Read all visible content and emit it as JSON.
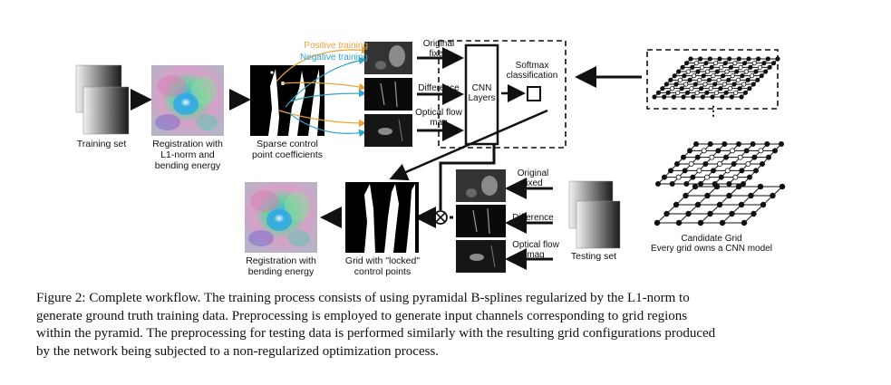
{
  "diagram": {
    "labels": {
      "training_set": "Training set",
      "registration_l1": [
        "Registration with",
        "L1-norm and",
        "bending energy"
      ],
      "sparse_control": [
        "Sparse control",
        "point coefficients"
      ],
      "positive_training": "Positive training",
      "negative_training": "Negative training",
      "original_fixed_top": [
        "Original",
        "fixed"
      ],
      "difference_top": "Difference",
      "optical_flow_top": [
        "Optical flow",
        "mag"
      ],
      "cnn_layers": [
        "CNN",
        "Layers"
      ],
      "softmax": [
        "Softmax",
        "classification"
      ],
      "candidate_grid": [
        "Candidate Grid",
        "Every grid owns a CNN model"
      ],
      "original_fixed_bottom": [
        "Original",
        "fixed"
      ],
      "difference_bottom": "Difference",
      "optical_flow_bottom": [
        "Optical flow",
        "mag"
      ],
      "testing_set": "Testing set",
      "grid_locked": [
        "Grid with \"locked\"",
        "control points"
      ],
      "registration_bending": [
        "Registration with",
        "bending energy"
      ],
      "multiply_symbol": "⊗",
      "ellipsis": "⋮"
    },
    "colors": {
      "positive": "#e8a33a",
      "negative": "#33a3c8",
      "line": "#111111"
    }
  },
  "caption": {
    "lines": [
      "Figure 2: Complete workflow.  The training process consists of using pyramidal B-splines regularized by the L1-norm to",
      "generate ground truth training data.  Preprocessing is employed to generate input channels corresponding to grid regions",
      "within the pyramid. The preprocessing for testing data is performed similarly with the resulting grid configurations produced",
      "by the network being subjected to a non-regularized optimization process."
    ]
  }
}
